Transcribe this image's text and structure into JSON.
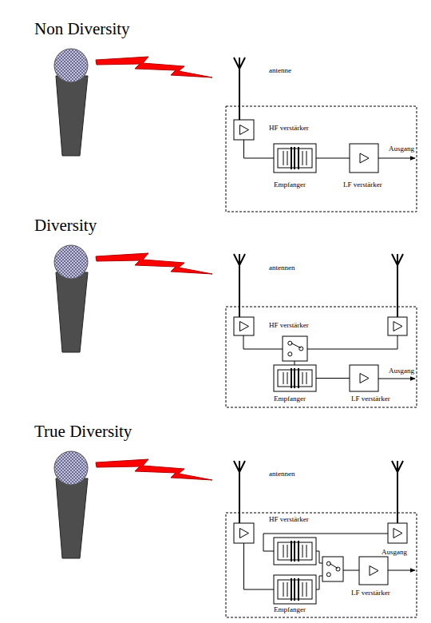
{
  "diagram": {
    "nodes": [
      {
        "text": [
          "HF verstärker"
        ]
      },
      {
        "text": [
          "Empfanger"
        ]
      },
      {
        "text": [
          "LF verstärker"
        ]
      },
      {
        "text": [
          "HF verstärker"
        ]
      },
      {
        "text": [
          "Empfanger"
        ]
      },
      {
        "text": [
          "LF verstärker"
        ]
      },
      {
        "text": [
          "HF verstärker"
        ]
      },
      {
        "text": [
          "Empfanger"
        ]
      },
      {
        "text": [
          "LF verstärker"
        ]
      }
    ],
    "edges": [
      {
        "from": 0,
        "to": 1,
        "arrow": "none"
      },
      {
        "from": 1,
        "to": 2,
        "arrow": "none"
      },
      {
        "from": 4,
        "to": 5,
        "arrow": "none"
      },
      {
        "from": 6,
        "to": 7,
        "arrow": "none"
      }
    ],
    "labels": [
      "Non Diversity",
      "antenne",
      "Ausgang",
      "Diversity",
      "antennen",
      "Ausgang",
      "True Diversity",
      "antennen",
      "Ausgang"
    ]
  }
}
